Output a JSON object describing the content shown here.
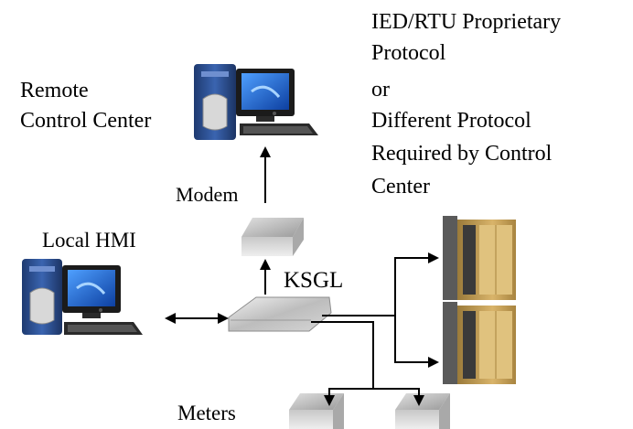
{
  "labels": {
    "remote": [
      "Remote",
      "Control Center"
    ],
    "protocol_note": [
      "IED/RTU Proprietary",
      "Protocol",
      "or",
      "Different Protocol",
      "Required by Control",
      "Center"
    ],
    "modem": "Modem",
    "local_hmi": "Local HMI",
    "ksgl": "KSGL",
    "meters": "Meters"
  },
  "colors": {
    "line": "#000000",
    "tower_blue": "#2f4f8f",
    "screen_blue": "#1a5fd1",
    "device_gray": "#b8b8b8",
    "rack_tan": "#c9a35f"
  },
  "icons": [
    "computer-icon",
    "modem-box-icon",
    "gateway-box-icon",
    "rtu-rack-icon",
    "meter-box-icon"
  ]
}
